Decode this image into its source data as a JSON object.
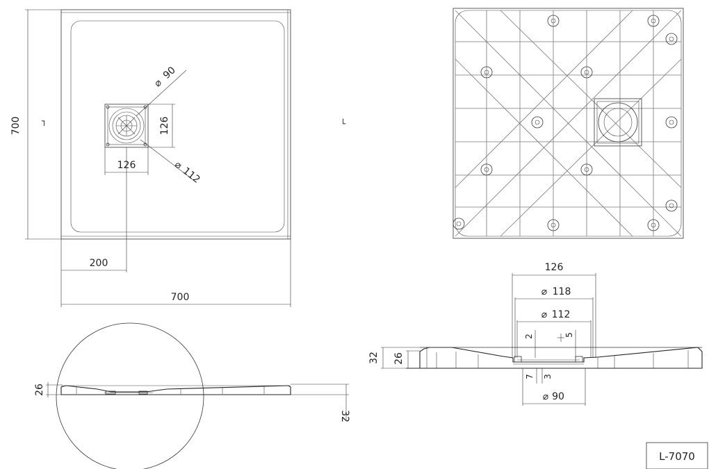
{
  "drawing_title": "L-7070",
  "top_view": {
    "dim_height": "700",
    "dim_width": "700",
    "dim_drain_offset": "200",
    "dim_drain_w": "126",
    "dim_drain_h": "126",
    "dim_diam_inner": "90",
    "dim_diam_outer": "112",
    "section_mark": "┐"
  },
  "bottom_view": {
    "section_mark": "└"
  },
  "drain_section": {
    "dim_126": "126",
    "dim_118": "118",
    "dim_112": "112",
    "dim_90": "90",
    "dim_32": "32",
    "dim_26": "26",
    "dim_2": "2",
    "dim_5": "5",
    "dim_7": "7",
    "dim_3": "3"
  },
  "circle_detail": {
    "dim_26": "26",
    "dim_32": "32"
  },
  "symbols": {
    "diameter": "⌀"
  }
}
